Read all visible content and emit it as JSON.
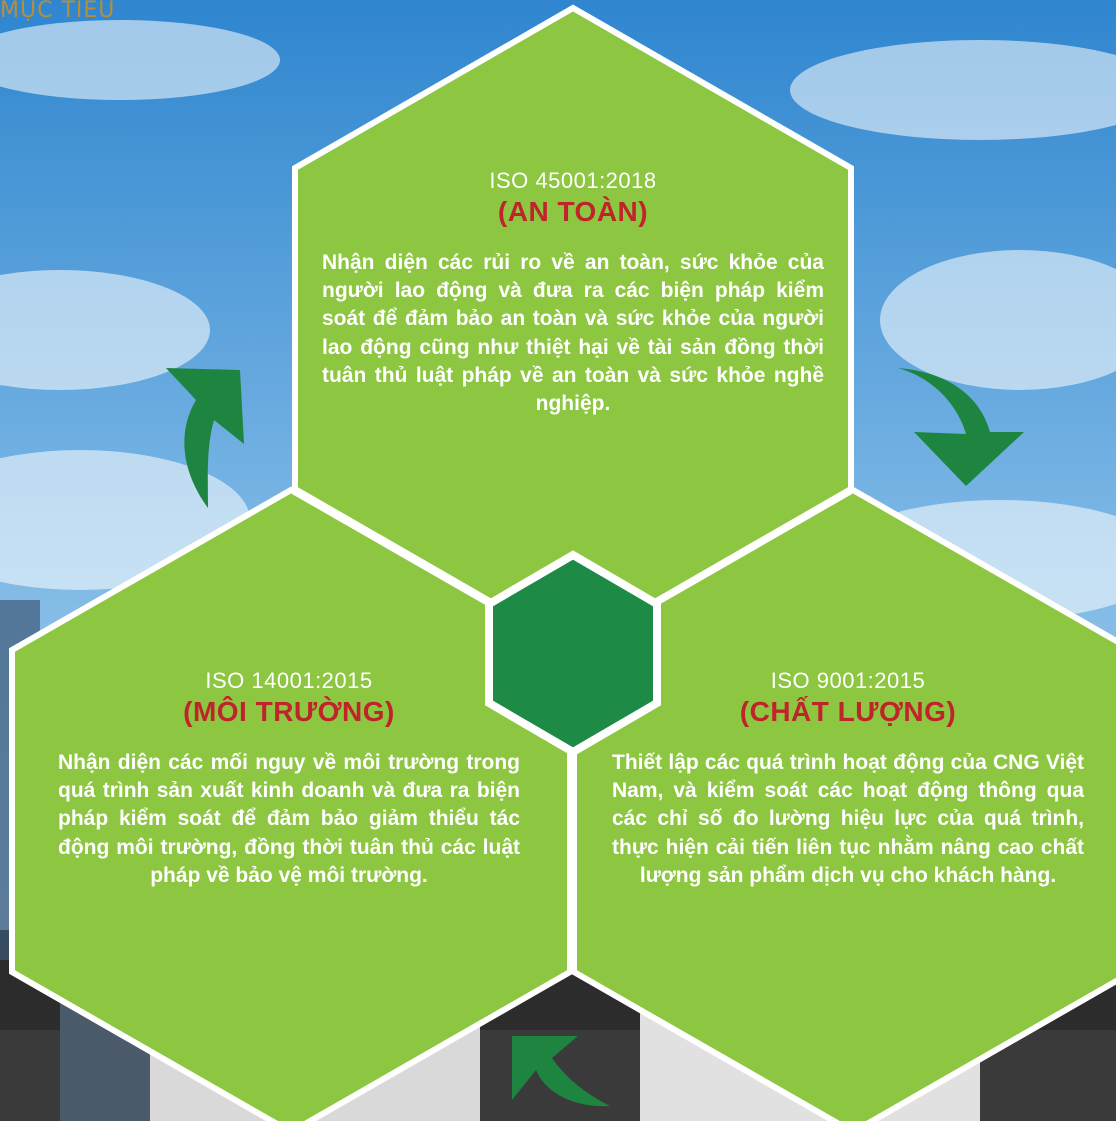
{
  "page_title": "MỤC TIÊU",
  "hexagons": {
    "top": {
      "code": "ISO 45001:2018",
      "name": "(AN TOÀN)",
      "description": "Nhận diện các rủi ro về an toàn, sức khỏe của người lao động và đưa ra các biện pháp kiểm soát để đảm bảo an toàn và sức khỏe của người lao động cũng như thiệt hại về tài sản đồng thời tuân thủ luật pháp về an toàn và sức khỏe nghề nghiệp."
    },
    "left": {
      "code": "ISO 14001:2015",
      "name": "(MÔI TRƯỜNG)",
      "description": "Nhận diện các mối nguy về môi trường trong quá trình sản xuất kinh doanh và đưa ra biện pháp kiểm soát để đảm bảo giảm thiểu tác động môi trường, đồng thời tuân thủ các luật pháp về bảo vệ môi trường."
    },
    "right": {
      "code": "ISO 9001:2015",
      "name": "(CHẤT LƯỢNG)",
      "description": "Thiết lập các quá trình hoạt động của CNG Việt Nam, và kiểm soát các hoạt động thông qua các chỉ số đo lường hiệu lực của quá trình, thực hiện cải tiến liên tục nhằm nâng cao chất lượng sản phẩm dịch vụ cho khách hàng."
    }
  },
  "colors": {
    "hex_fill": "#8dc641",
    "hex_border": "#ffffff",
    "center_hex": "#1d8a45",
    "arrow": "#1e8540",
    "name_text": "#c0242b",
    "title_text": "#b58f3a"
  }
}
